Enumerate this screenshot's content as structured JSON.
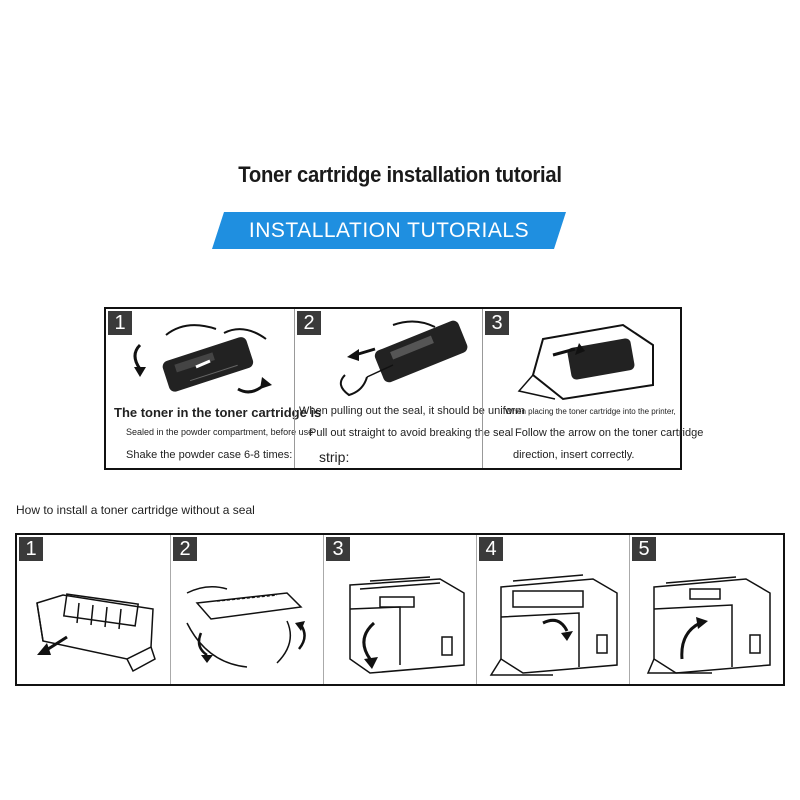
{
  "title": "Toner cartridge installation tutorial",
  "banner": {
    "text": "INSTALLATION TUTORIALS",
    "color": "#1f8fe0"
  },
  "top_steps": [
    {
      "number": "1",
      "lines": [
        "The toner in the toner cartridge is",
        "Sealed in the powder compartment, before use",
        "Shake the powder case 6-8 times:"
      ]
    },
    {
      "number": "2",
      "lines": [
        "When pulling out the seal, it should be uniform",
        "Pull out straight to avoid breaking the seal",
        "strip:"
      ]
    },
    {
      "number": "3",
      "lines": [
        "When placing the toner cartridge into the printer,",
        "Follow the arrow on the toner cartridge",
        "direction, insert correctly."
      ]
    }
  ],
  "subtitle": "How to install a toner cartridge without a seal",
  "bottom_steps": [
    {
      "number": "1",
      "icon": "toner-cartridge-remove-icon"
    },
    {
      "number": "2",
      "icon": "hands-shake-cartridge-icon"
    },
    {
      "number": "3",
      "icon": "printer-open-door-icon"
    },
    {
      "number": "4",
      "icon": "printer-insert-cartridge-icon"
    },
    {
      "number": "5",
      "icon": "printer-close-door-icon"
    }
  ]
}
